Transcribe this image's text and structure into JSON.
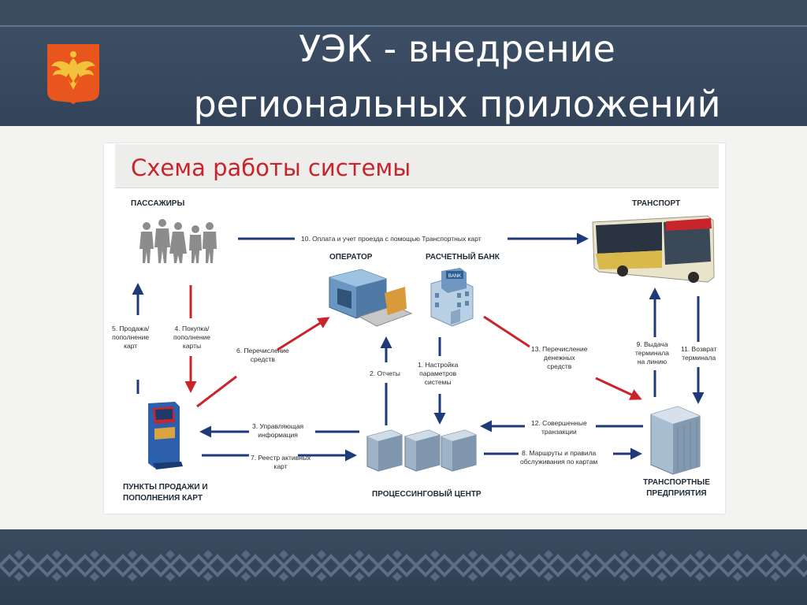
{
  "slide": {
    "title_line1": "УЭК - внедрение",
    "title_line2": "региональных приложений"
  },
  "diagram": {
    "title": "Схема работы системы",
    "nodes": {
      "passengers": "ПАССАЖИРЫ",
      "transport": "ТРАНСПОРТ",
      "operator": "ОПЕРАТОР",
      "bank": "РАСЧЕТНЫЙ БАНК",
      "bank_sign": "BANK",
      "sales_points_l1": "ПУНКТЫ ПРОДАЖИ И",
      "sales_points_l2": "ПОПОЛНЕНИЯ КАРТ",
      "processing_center": "ПРОЦЕССИНГОВЫЙ ЦЕНТР",
      "transport_companies_l1": "ТРАНСПОРТНЫЕ",
      "transport_companies_l2": "ПРЕДПРИЯТИЯ"
    },
    "edges": {
      "e1_l1": "1. Настройка",
      "e1_l2": "параметров",
      "e1_l3": "системы",
      "e2": "2. Отчеты",
      "e3_l1": "3. Управляющая",
      "e3_l2": "информация",
      "e4_l1": "4. Покупка/",
      "e4_l2": "пополнение",
      "e4_l3": "карты",
      "e5_l1": "5. Продажа/",
      "e5_l2": "пополнение",
      "e5_l3": "карт",
      "e6_l1": "6. Перечисление",
      "e6_l2": "средств",
      "e7_l1": "7. Реестр активных",
      "e7_l2": "карт",
      "e8_l1": "8. Маршруты и правила",
      "e8_l2": "обслуживания по картам",
      "e9_l1": "9. Выдача",
      "e9_l2": "терминала",
      "e9_l3": "на линию",
      "e10": "10. Оплата и учет проезда с помощью Транспортных карт",
      "e11_l1": "11. Возврат",
      "e11_l2": "терминала",
      "e12_l1": "12. Совершенные",
      "e12_l2": "транзакции",
      "e13_l1": "13. Перечисление",
      "e13_l2": "денежных",
      "e13_l3": "средств"
    },
    "colors": {
      "arrow_blue": "#1f3a78",
      "arrow_red": "#c8242c",
      "title_red": "#c8242c",
      "header_band": "#3f5168"
    }
  }
}
